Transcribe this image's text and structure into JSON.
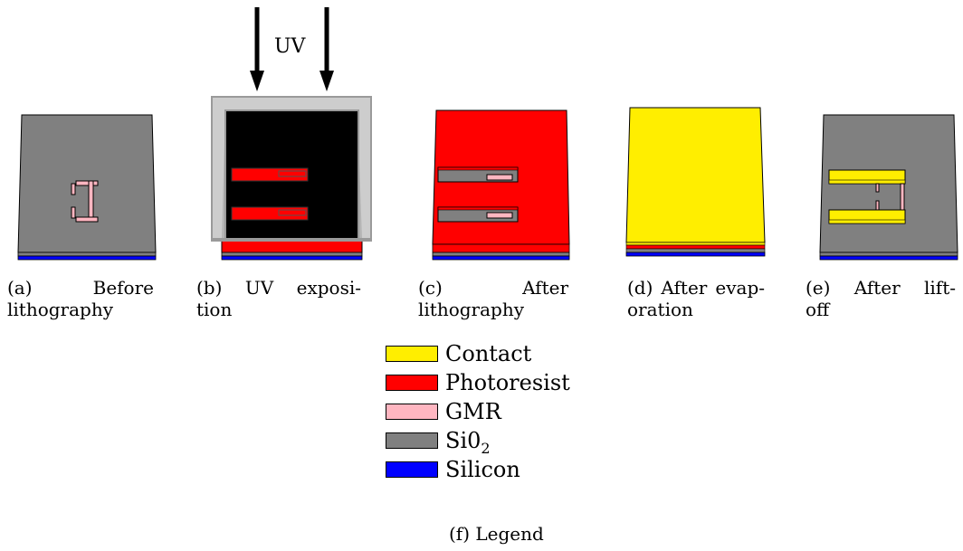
{
  "uv_label": "UV",
  "panels": [
    {
      "caption_line1": "(a) Before",
      "caption_line2": "lithography"
    },
    {
      "caption_line1": "(b) UV exposi-",
      "caption_line2": "tion"
    },
    {
      "caption_line1": "(c) After",
      "caption_line2": "lithography"
    },
    {
      "caption_line1": "(d) After evap-",
      "caption_line2": "oration"
    },
    {
      "caption_line1": "(e) After lift-",
      "caption_line2": "off"
    }
  ],
  "legend": {
    "caption": "(f) Legend",
    "items": [
      {
        "label": "Contact",
        "color": "#FFEE00"
      },
      {
        "label": "Photoresist",
        "color": "#FF0000"
      },
      {
        "label": "GMR",
        "color": "#FFB6C1"
      },
      {
        "label": "Si0",
        "sub": "2",
        "color": "#808080"
      },
      {
        "label": "Silicon",
        "color": "#0000FF"
      }
    ]
  },
  "colors": {
    "contact": "#FFEE00",
    "photoresist": "#FF0000",
    "gmr": "#FFB6C1",
    "sio2": "#808080",
    "silicon": "#0000FF",
    "mask_frame": "#C8C8C8",
    "mask_opaque": "#000000"
  }
}
